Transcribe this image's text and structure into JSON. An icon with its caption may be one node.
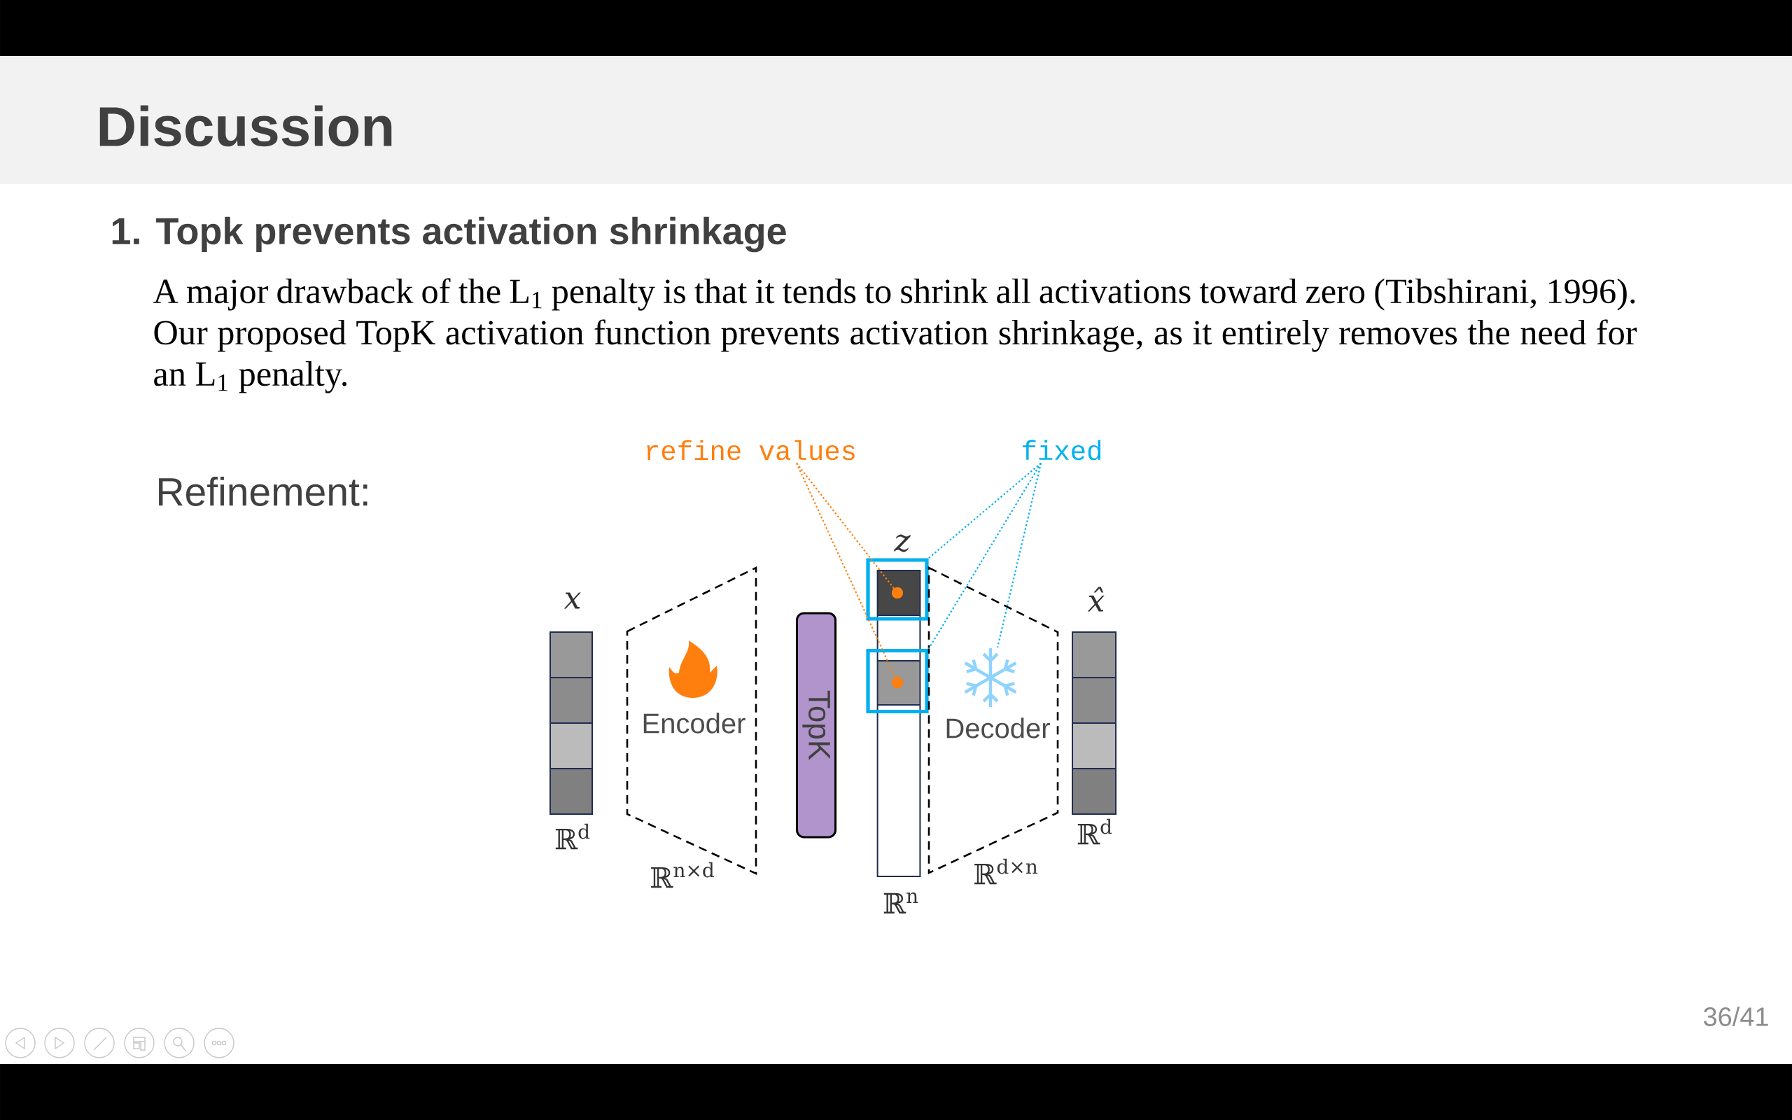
{
  "diagram": {
    "title": "Discussion",
    "nodes": [
      {
        "text": [
          "refine values"
        ]
      },
      {
        "text": [
          "fixed"
        ]
      },
      {
        "text": [],
        "shape": "bar",
        "beside": [
          "x",
          "ℝ$^{d}$"
        ]
      },
      {
        "text": [
          "Encoder"
        ],
        "beside": [
          "ℝ$^{n×d}$"
        ]
      },
      {
        "text": [
          "TopK"
        ]
      },
      {
        "text": [],
        "shape": "bar",
        "beside": [
          "z",
          "ℝ$^{n}$"
        ]
      },
      {
        "text": [],
        "shape": "box"
      },
      {
        "text": [],
        "shape": "circle"
      },
      {
        "text": [],
        "shape": "box"
      },
      {
        "text": [],
        "shape": "circle"
      },
      {
        "text": [
          "Decoder"
        ],
        "beside": [
          "ℝ$^{d×n}$"
        ]
      },
      {
        "text": [],
        "shape": "bar",
        "beside": [
          "x̂",
          "ℝ$^{d}$"
        ]
      }
    ],
    "edges": [
      {
        "from": 0,
        "to": 7,
        "arrow": "other",
        "style": "dashed",
        "color": "#ff7f0e"
      },
      {
        "from": 0,
        "to": 9,
        "arrow": "other",
        "style": "dashed",
        "color": "#ff7f0e"
      },
      {
        "from": 1,
        "to": 6,
        "arrow": "none",
        "style": "dashed",
        "color": "#00b0f0"
      },
      {
        "from": 1,
        "to": 8,
        "arrow": "none",
        "style": "dashed",
        "color": "#00b0f0"
      },
      {
        "from": 1,
        "to": 10,
        "arrow": "none",
        "style": "dashed",
        "color": "#00b0f0"
      }
    ],
    "labels": [
      "1. Topk prevents activation shrinkage",
      "A major drawback of the L$_{1}$ penalty is that it tends to shrink all activations toward zero (Tibshirani, 1996). Our proposed TopK activation function prevents activation shrinkage, as it entirely removes the need for an L$_{1}$ penalty.",
      "Refinement:",
      "36/41"
    ]
  }
}
